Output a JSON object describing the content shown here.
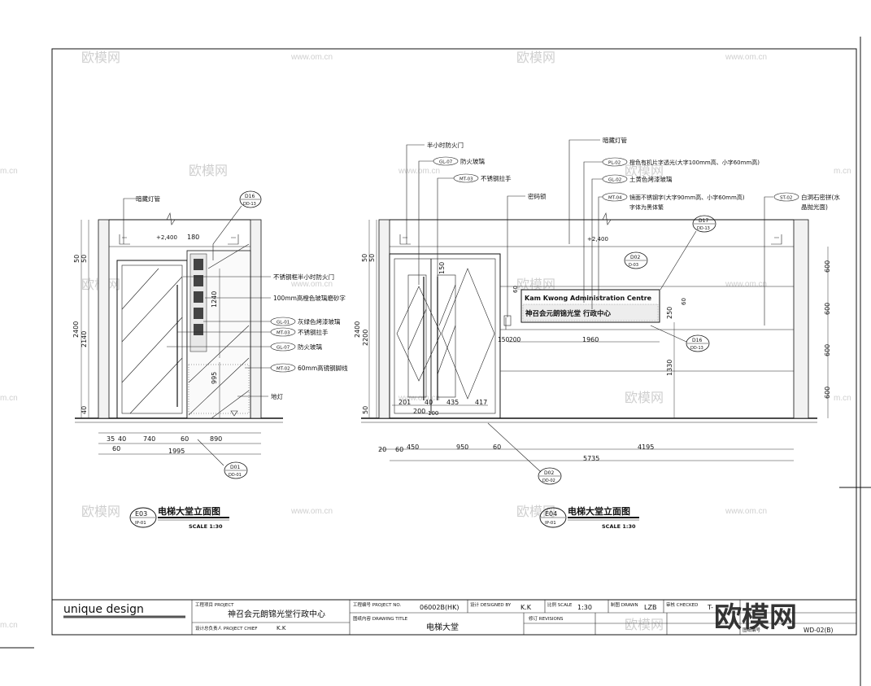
{
  "watermarks": {
    "site": "www.om.cn",
    "short": "m.cn",
    "logo": "欧模网"
  },
  "left_elevation": {
    "labels": {
      "light": "暗藏灯管",
      "detail_ref_num": "D16",
      "detail_ref_sheet": "DD-13",
      "door_frame": "不锈钢框半小时防火门",
      "glass": "100mm高橙色玻璃磨砂字",
      "tag1": "GL-01",
      "tag1_text": "灰绿色烤漆玻璃",
      "tag2": "MT-03",
      "tag2_text": "不锈钢拉手",
      "tag3": "GL-07",
      "tag3_text": "防火玻璃",
      "tag4": "MT-02",
      "tag4_text": "60mm高镜钢脚线",
      "floor_light": "地灯",
      "level": "+2,400",
      "ceiling_dim": "180"
    },
    "vertical_dims": {
      "top": "50",
      "top2": "50",
      "full": "2400",
      "door": "2140",
      "bottom": "40",
      "inner1": "1240",
      "inner2": "995"
    },
    "horizontal_dims": {
      "a": "35",
      "b": "40",
      "c": "740",
      "d": "60",
      "e": "890",
      "f": "60",
      "total": "1995"
    },
    "bottom_ref_num": "D01",
    "bottom_ref_sheet": "DD-01",
    "title": "电梯大堂立面图",
    "title_ref_num": "E03",
    "title_ref_sheet": "IP-01",
    "scale": "SCALE 1:30"
  },
  "right_elevation": {
    "labels": {
      "half_hour_door": "半小时防火门",
      "tag_gl07": "GL-07",
      "tag_gl07_text": "防火玻璃",
      "tag_mt03": "MT-03",
      "tag_mt03_text": "不锈钢拉手",
      "lock": "密码锁",
      "light": "暗藏灯管",
      "tag_pl02": "PL-02",
      "tag_pl02_text": "橙色有机片字透光(大字100mm高、小字60mm高)",
      "tag_gl02": "GL-02",
      "tag_gl02_text": "土黄色烤漆玻璃",
      "tag_mt04": "MT-04",
      "tag_mt04_text": "镜面不锈钢字(大字90mm高、小字60mm高)",
      "tag_mt04_text2": "字体为黑体繁",
      "tag_st02": "ST-02",
      "tag_st02_text": "白洞石密拼(水",
      "tag_st02_text2": "晶抛光面)",
      "sign_en": "Kam Kwong Administration Centre",
      "sign_cn": "神召会元朗锦光堂  行政中心",
      "level": "+2,400",
      "d17_num": "D17",
      "d17_sheet": "DD-13",
      "d02_num": "D02",
      "d02_sheet": "D-03",
      "d16_num": "D16",
      "d16_sheet": "DD-13"
    },
    "vertical_dims": {
      "top": "50",
      "top2": "50",
      "full": "2400",
      "door": "2200",
      "bottom": "50",
      "handle": "150",
      "sign_top": "60",
      "sign_h": "250",
      "sign_gap": "60",
      "sign_base": "1330"
    },
    "right_dims": [
      "600",
      "600",
      "600",
      "600"
    ],
    "horizontal_dims": {
      "a": "201",
      "b": "200",
      "c": "40",
      "d": "435",
      "e": "417",
      "f": "100",
      "g": "20",
      "h": "60",
      "i": "450",
      "j": "950",
      "k": "60",
      "l": "4195",
      "total": "5735",
      "s1": "150",
      "s2": "200",
      "s3": "1960"
    },
    "bottom_ref_num": "D02",
    "bottom_ref_sheet": "DD-02",
    "title": "电梯大堂立面图",
    "title_ref_num": "E04",
    "title_ref_sheet": "IP-01",
    "scale": "SCALE 1:30"
  },
  "title_block": {
    "brand": "unique design",
    "project_label": "工程项目 PROJECT",
    "project_value": "神召会元朗锦光堂行政中心",
    "project_no_label": "工程编号 PROJECT NO.",
    "project_no_value": "06002B(HK)",
    "designed_label": "设计 DESIGNED BY",
    "designed_value": "K.K",
    "scale_label": "比例 SCALE",
    "scale_value": "1:30",
    "drawn_label": "制图 DRAWN",
    "drawn_value": "LZB",
    "checked_label": "审核 CHECKED",
    "checked_value": "T-",
    "chief_label": "设计总负责人 PROJECT CHIEF",
    "chief_value": "K.K",
    "drawing_title_label": "图纸内容 DRAWING TITLE",
    "drawing_title_value": "电梯大堂",
    "revisions_label": "修订 REVISIONS",
    "drawing_no_label": "图纸编号",
    "drawing_no_value": "WD-02(B)"
  }
}
